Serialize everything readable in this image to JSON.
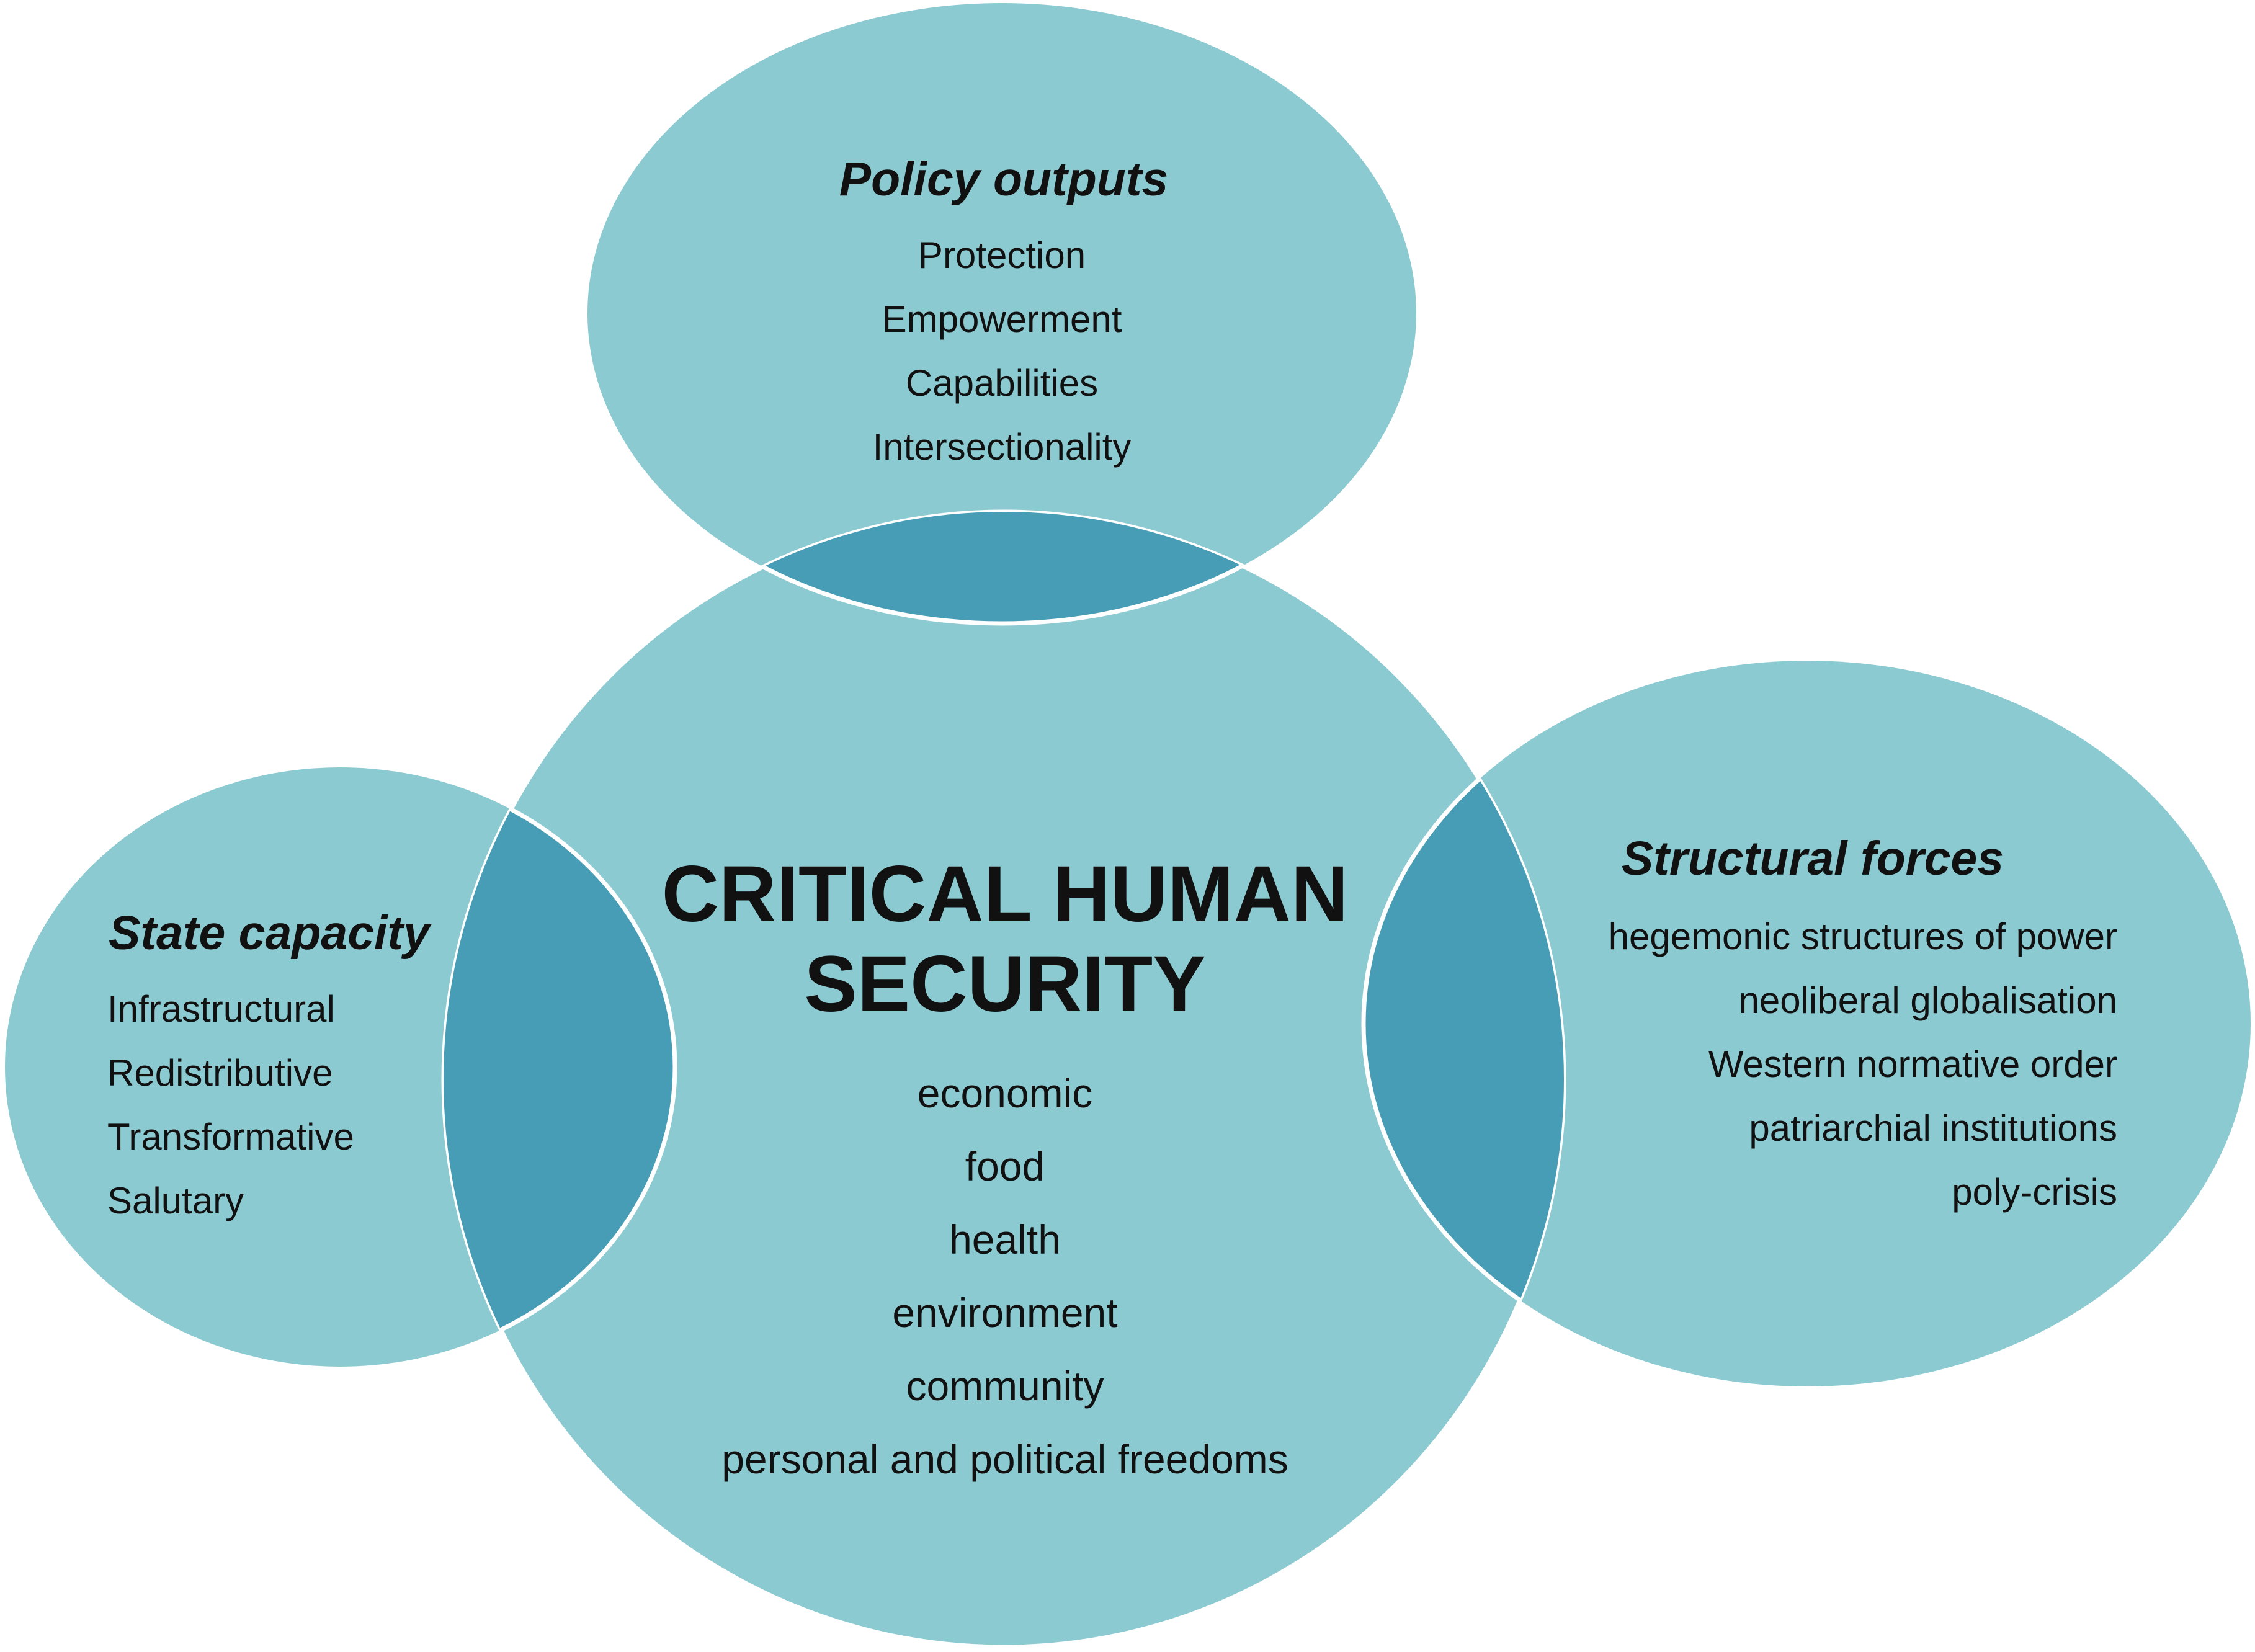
{
  "colors": {
    "circle_fill": "#8CCAD1",
    "overlap_fill": "#489DB6",
    "outline": "#ffffff",
    "text": "#111111"
  },
  "center": {
    "title_line1": "CRITICAL HUMAN",
    "title_line2": "SECURITY",
    "items": [
      "economic",
      "food",
      "health",
      "environment",
      "community",
      "personal and political freedoms"
    ]
  },
  "policy": {
    "heading": "Policy outputs",
    "items": [
      "Protection",
      "Empowerment",
      "Capabilities",
      "Intersectionality"
    ]
  },
  "state": {
    "heading": "State capacity",
    "items": [
      "Infrastructural",
      "Redistributive",
      "Transformative",
      "Salutary"
    ]
  },
  "structural": {
    "heading": "Structural forces",
    "items": [
      "hegemonic structures of power",
      "neoliberal globalisation",
      "Western normative order",
      "patriarchial institutions",
      "poly-crisis"
    ]
  }
}
